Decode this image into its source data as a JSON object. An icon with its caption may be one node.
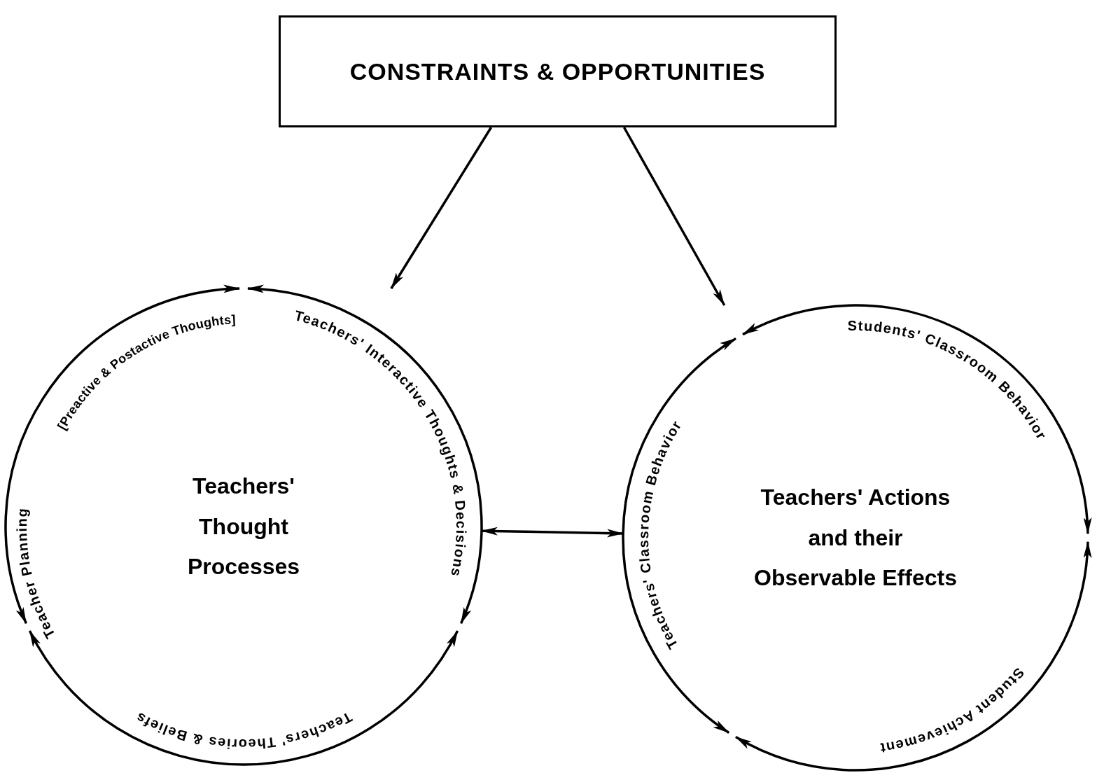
{
  "diagram": {
    "nodes": [
      {
        "text": [
          "CONSTRAINTS & OPPORTUNITIES"
        ]
      },
      {
        "text": [
          "Teachers' Thought Processes",
          "Teacher Planning",
          "[Preactive & Postactive Thoughts]",
          "Teachers' Interactive Thoughts & Decisions",
          "Teachers' Theories & Beliefs"
        ]
      },
      {
        "text": [
          "Teachers' Classroom Behavior",
          "Students' Classroom Behavior",
          "Teachers' Actions and their Observable Effects",
          "Student Achievement"
        ]
      }
    ],
    "edges": [
      {
        "from": 0,
        "to": 1,
        "arrow": "to"
      },
      {
        "from": 0,
        "to": 2,
        "arrow": "to"
      },
      {
        "from": 1,
        "to": 2,
        "arrow": "both"
      }
    ]
  }
}
